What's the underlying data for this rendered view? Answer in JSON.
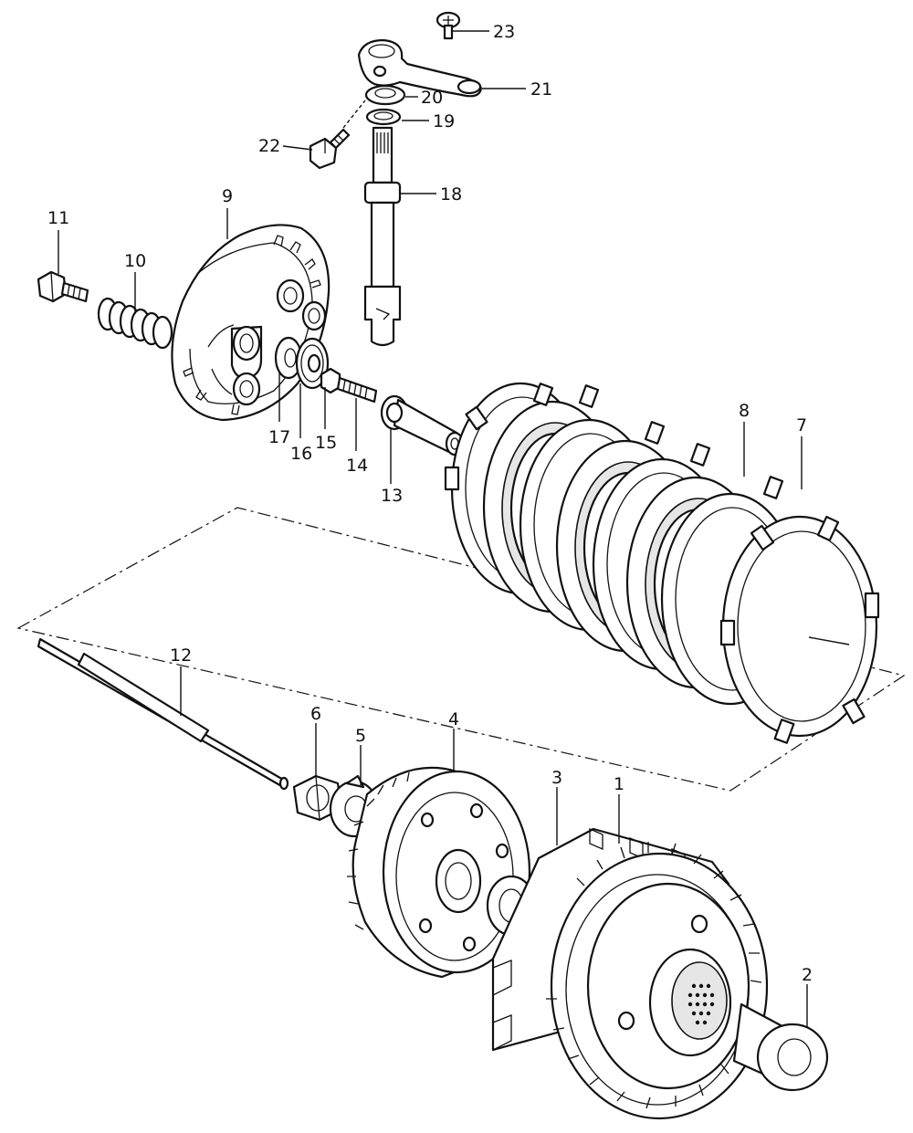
{
  "colors": {
    "ink": "#111111",
    "background": "#ffffff",
    "shade": "#e6e6e6"
  },
  "callouts": {
    "c1": "1",
    "c2": "2",
    "c3": "3",
    "c4": "4",
    "c5": "5",
    "c6": "6",
    "c7": "7",
    "c8": "8",
    "c9": "9",
    "c10": "10",
    "c11": "11",
    "c12": "12",
    "c13": "13",
    "c14": "14",
    "c15": "15",
    "c16": "16",
    "c17": "17",
    "c18": "18",
    "c19": "19",
    "c20": "20",
    "c21": "21",
    "c22": "22",
    "c23": "23"
  }
}
